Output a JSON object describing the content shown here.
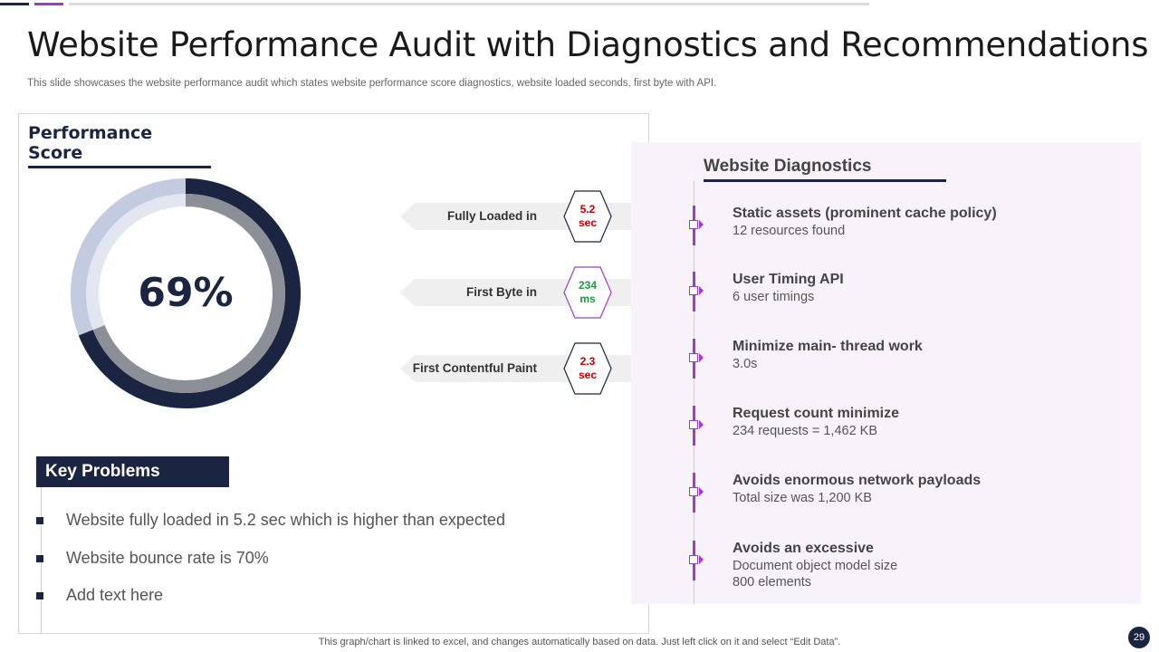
{
  "title": "Website Performance Audit with Diagnostics and Recommendations",
  "subtitle": "This slide showcases the website performance audit which states website performance score diagnostics, website loaded seconds, first byte with API.",
  "performance": {
    "heading": "Performance Score",
    "score_label": "69%",
    "score_value": 69,
    "colors": {
      "dark": "#1b2541",
      "mid": "#8c8f97",
      "light_outer": "#c2cbe0",
      "light_inner": "#e3e6f0"
    }
  },
  "metrics": [
    {
      "label": "Fully Loaded in",
      "value": "5.2",
      "unit": "sec",
      "color": "#c00000",
      "border": "#1b2541"
    },
    {
      "label": "First Byte in",
      "value": "234",
      "unit": "ms",
      "color": "#1e9b45",
      "border": "#9b3fc4"
    },
    {
      "label": "First Contentful Paint",
      "value": "2.3",
      "unit": "sec",
      "color": "#c00000",
      "border": "#1b2541"
    }
  ],
  "diagnostics": {
    "heading": "Website Diagnostics",
    "items": [
      {
        "title": "Static assets (prominent cache policy)",
        "desc": "12 resources found",
        "desc2": ""
      },
      {
        "title": "User Timing API",
        "desc": "6 user timings",
        "desc2": ""
      },
      {
        "title": "Minimize main- thread work",
        "desc": "3.0s",
        "desc2": ""
      },
      {
        "title": "Request count minimize",
        "desc": "234 requests = 1,462 KB",
        "desc2": ""
      },
      {
        "title": "Avoids enormous network payloads",
        "desc": "Total size was 1,200 KB",
        "desc2": ""
      },
      {
        "title": "Avoids an excessive",
        "desc": "Document object model size",
        "desc2": "800 elements"
      }
    ]
  },
  "key_problems": {
    "heading": "Key Problems",
    "items": [
      "Website fully loaded in 5.2 sec which is higher than expected",
      "Website bounce rate is 70%",
      "Add text here"
    ]
  },
  "footer": "This graph/chart is linked to excel,  and changes automatically based on data. Just left click on it and select “Edit Data”.",
  "page_number": "29",
  "accent_colors": {
    "navy": "#1b2541",
    "purple": "#9b3fc4",
    "panel": "#f8f3fb"
  }
}
